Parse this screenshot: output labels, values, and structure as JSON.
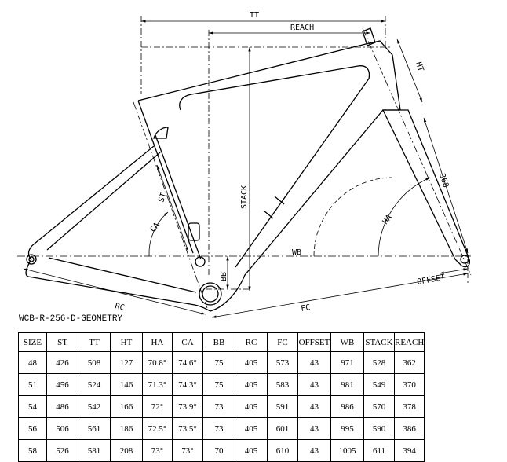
{
  "diagram": {
    "labels": {
      "tt": "TT",
      "reach": "REACH",
      "ht": "HT",
      "stack": "STACK",
      "st": "ST",
      "ca": "CA",
      "ha": "HA",
      "bb": "BB",
      "wb": "WB",
      "rc": "RC",
      "fc": "FC",
      "offset": "OFFSET",
      "fork_len": "368"
    }
  },
  "model": "WCB-R-256-D-GEOMETRY",
  "table": {
    "headers": [
      "SIZE",
      "ST",
      "TT",
      "HT",
      "HA",
      "CA",
      "BB",
      "RC",
      "FC",
      "OFFSET",
      "WB",
      "STACK",
      "REACH"
    ],
    "rows": [
      [
        "48",
        "426",
        "508",
        "127",
        "70.8°",
        "74.6°",
        "75",
        "405",
        "573",
        "43",
        "971",
        "528",
        "362"
      ],
      [
        "51",
        "456",
        "524",
        "146",
        "71.3°",
        "74.3°",
        "75",
        "405",
        "583",
        "43",
        "981",
        "549",
        "370"
      ],
      [
        "54",
        "486",
        "542",
        "166",
        "72°",
        "73.9°",
        "73",
        "405",
        "591",
        "43",
        "986",
        "570",
        "378"
      ],
      [
        "56",
        "506",
        "561",
        "186",
        "72.5°",
        "73.5°",
        "73",
        "405",
        "601",
        "43",
        "995",
        "590",
        "386"
      ],
      [
        "58",
        "526",
        "581",
        "208",
        "73°",
        "73°",
        "70",
        "405",
        "610",
        "43",
        "1005",
        "611",
        "394"
      ]
    ]
  }
}
